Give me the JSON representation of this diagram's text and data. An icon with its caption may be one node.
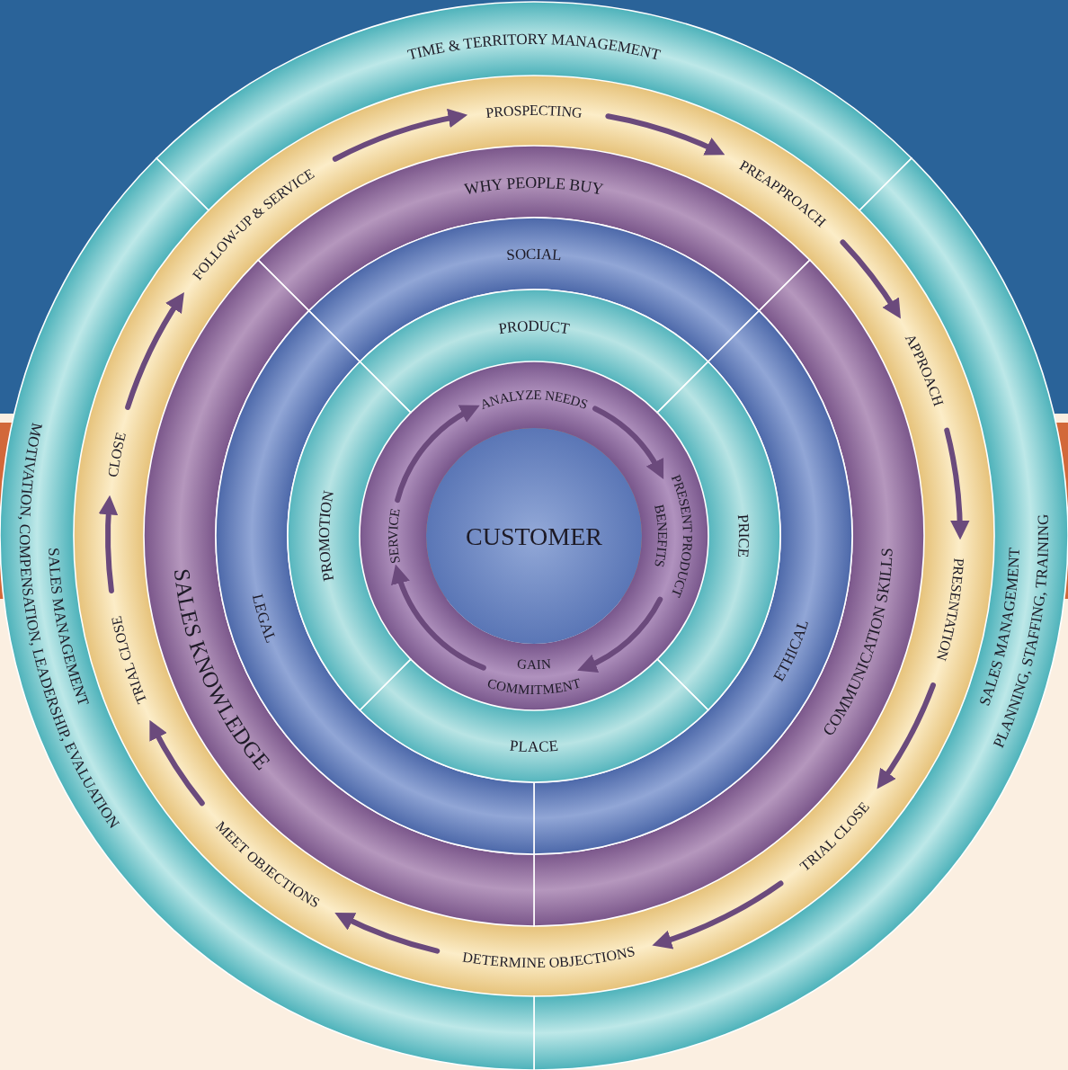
{
  "diagram": {
    "nodes": [
      {
        "text": [
          "TIME & TERRITORY MANAGEMENT"
        ]
      },
      {
        "text": [
          "SALES MANAGEMENT",
          "PLANNING, STAFFING, TRAINING"
        ]
      },
      {
        "text": [
          "SALES MANAGEMENT",
          "MOTIVATION, COMPENSATION, LEADERSHIP, EVALUATION"
        ]
      },
      {
        "text": [
          "PROSPECTING"
        ]
      },
      {
        "text": [
          "PREAPPROACH"
        ]
      },
      {
        "text": [
          "APPROACH"
        ]
      },
      {
        "text": [
          "PRESENTATION"
        ]
      },
      {
        "text": [
          "TRIAL CLOSE"
        ]
      },
      {
        "text": [
          "DETERMINE OBJECTIONS"
        ]
      },
      {
        "text": [
          "MEET OBJECTIONS"
        ]
      },
      {
        "text": [
          "TRIAL CLOSE"
        ]
      },
      {
        "text": [
          "CLOSE"
        ]
      },
      {
        "text": [
          "FOLLOW-UP & SERVICE"
        ]
      },
      {
        "text": [
          "WHY PEOPLE BUY"
        ]
      },
      {
        "text": [
          "COMMUNICATION SKILLS"
        ]
      },
      {
        "text": [
          "SALES KNOWLEDGE"
        ]
      },
      {
        "text": [
          "SOCIAL"
        ]
      },
      {
        "text": [
          "ETHICAL"
        ]
      },
      {
        "text": [
          "LEGAL"
        ]
      },
      {
        "text": [
          "PRODUCT"
        ]
      },
      {
        "text": [
          "PRICE"
        ]
      },
      {
        "text": [
          "PLACE"
        ]
      },
      {
        "text": [
          "PROMOTION"
        ]
      },
      {
        "text": [
          "ANALYZE NEEDS"
        ]
      },
      {
        "text": [
          "PRESENT PRODUCT BENEFITS"
        ]
      },
      {
        "text": [
          "GAIN COMMITMENT"
        ]
      },
      {
        "text": [
          "SERVICE"
        ]
      },
      {
        "text": [
          "CUSTOMER"
        ]
      }
    ],
    "edges": [
      {
        "from": 3,
        "to": 4,
        "arrow": "to"
      },
      {
        "from": 4,
        "to": 5,
        "arrow": "to"
      },
      {
        "from": 5,
        "to": 6,
        "arrow": "to"
      },
      {
        "from": 6,
        "to": 7,
        "arrow": "to"
      },
      {
        "from": 7,
        "to": 8,
        "arrow": "to"
      },
      {
        "from": 8,
        "to": 9,
        "arrow": "to"
      },
      {
        "from": 9,
        "to": 10,
        "arrow": "to"
      },
      {
        "from": 10,
        "to": 11,
        "arrow": "to"
      },
      {
        "from": 11,
        "to": 12,
        "arrow": "to"
      },
      {
        "from": 12,
        "to": 3,
        "arrow": "to"
      },
      {
        "from": 23,
        "to": 24,
        "arrow": "to"
      },
      {
        "from": 24,
        "to": 25,
        "arrow": "to"
      },
      {
        "from": 25,
        "to": 26,
        "arrow": "to"
      },
      {
        "from": 26,
        "to": 23,
        "arrow": "to"
      }
    ]
  }
}
